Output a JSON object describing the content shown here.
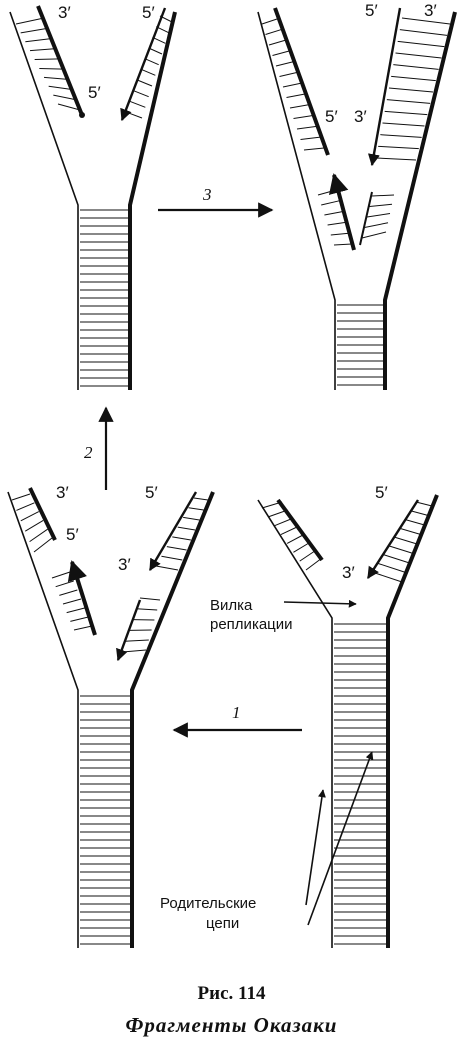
{
  "labels": {
    "p1_3prime": "3′",
    "p1_5prime_top": "5′",
    "p1_5prime_mid": "5′",
    "p2_5prime_top": "5′",
    "p2_3prime_top": "3′",
    "p2_5prime_mid": "5′",
    "p2_3prime_mid": "3′",
    "p3_3prime": "3′",
    "p3_5prime_top": "5′",
    "p3_5prime_mid": "5′",
    "p3_3prime_mid": "3′",
    "p4_5prime_top": "5′",
    "p4_3prime_mid": "3′"
  },
  "steps": {
    "step1": "1",
    "step2": "2",
    "step3": "3"
  },
  "annotations": {
    "fork_line1": "Вилка",
    "fork_line2": "репликации",
    "parent_line1": "Родительские",
    "parent_line2": "цепи"
  },
  "caption": {
    "fig_number": "Рис. 114",
    "fig_title": "Фрагменты Оказаки"
  }
}
